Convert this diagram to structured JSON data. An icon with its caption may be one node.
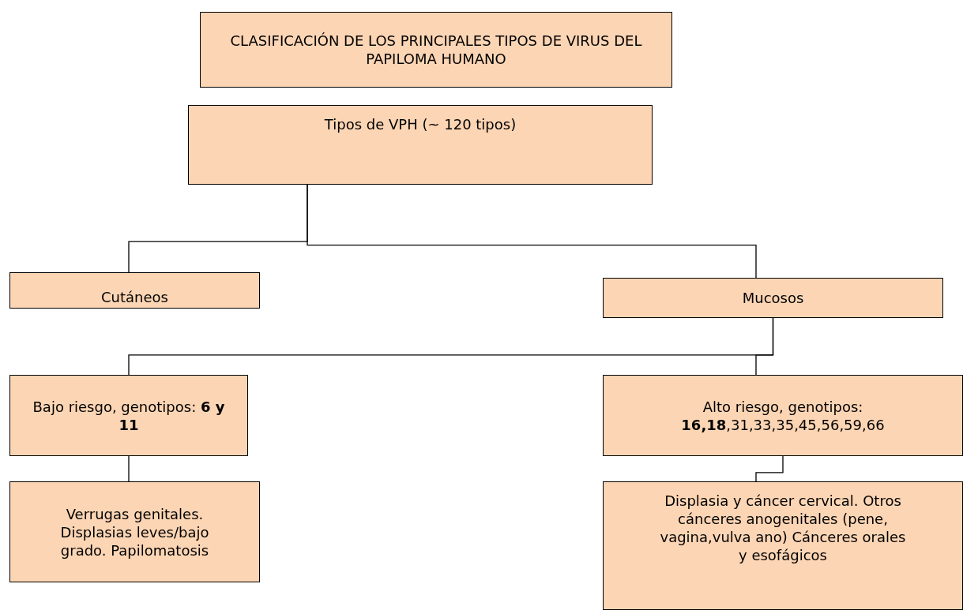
{
  "diagram": {
    "nodes": [
      {
        "text": [
          "CLASIFICACIÓN DE LOS PRINCIPALES TIPOS DE VIRUS DEL PAPILOMA HUMANO"
        ]
      },
      {
        "text": [
          "Tipos de VPH (~ 120 tipos)"
        ]
      },
      {
        "text": [
          "Cutáneos"
        ]
      },
      {
        "text": [
          "Mucosos"
        ]
      },
      {
        "text": [
          "Bajo riesgo, genotipos: **6 y 11**"
        ]
      },
      {
        "text": [
          "Alto riesgo, genotipos: **16,18**,31,33,35,45,56,59,66"
        ]
      },
      {
        "text": [
          "Verrugas genitales. Displasias leves/bajo grado. Papilomatosis"
        ]
      },
      {
        "text": [
          "Displasia y cáncer cervical. Otros cánceres anogenitales (pene, vagina,vulva ano) Cánceres orales y esofágicos"
        ]
      }
    ],
    "edges": [
      {
        "from": 1,
        "to": 2,
        "arrow": "none"
      },
      {
        "from": 1,
        "to": 3,
        "arrow": "none"
      },
      {
        "from": 3,
        "to": 4,
        "arrow": "none"
      },
      {
        "from": 3,
        "to": 5,
        "arrow": "none"
      },
      {
        "from": 4,
        "to": 6,
        "arrow": "none"
      },
      {
        "from": 5,
        "to": 7,
        "arrow": "none"
      }
    ]
  }
}
